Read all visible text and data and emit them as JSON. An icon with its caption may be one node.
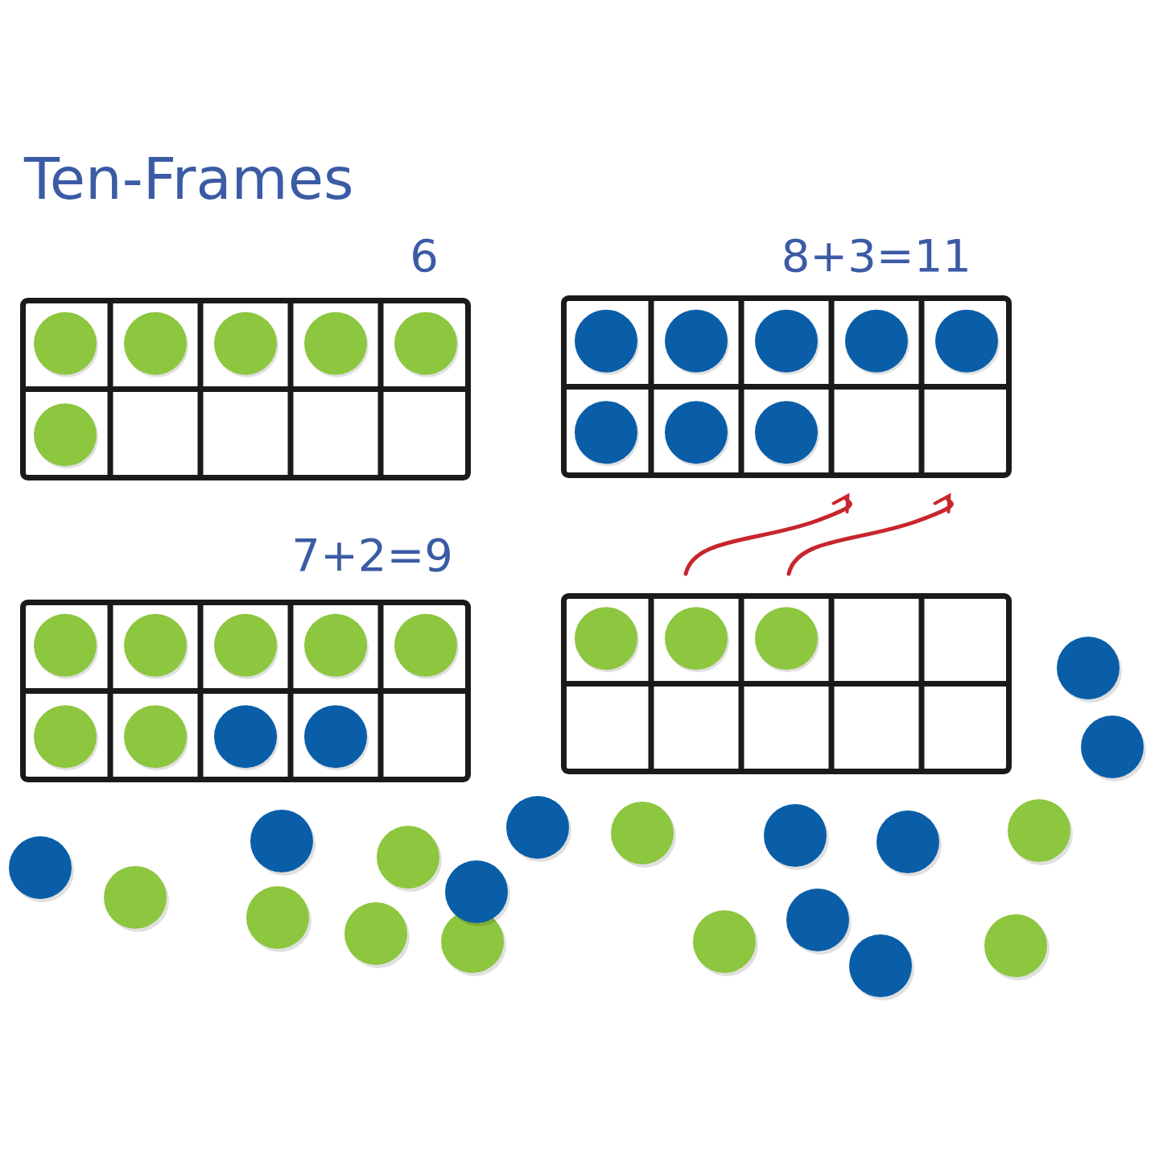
{
  "diagram": {
    "title": "Ten-Frames",
    "nodes": [
      {
        "text": [
          "6"
        ]
      },
      {
        "text": [
          "8+3=11"
        ]
      },
      {
        "text": [
          "7+2=9"
        ]
      },
      {
        "text": [],
        "shape": "box"
      }
    ],
    "edges": [
      {
        "from": 3,
        "to": 1,
        "arrow": "to"
      },
      {
        "from": 3,
        "to": 1,
        "arrow": "to"
      }
    ]
  }
}
